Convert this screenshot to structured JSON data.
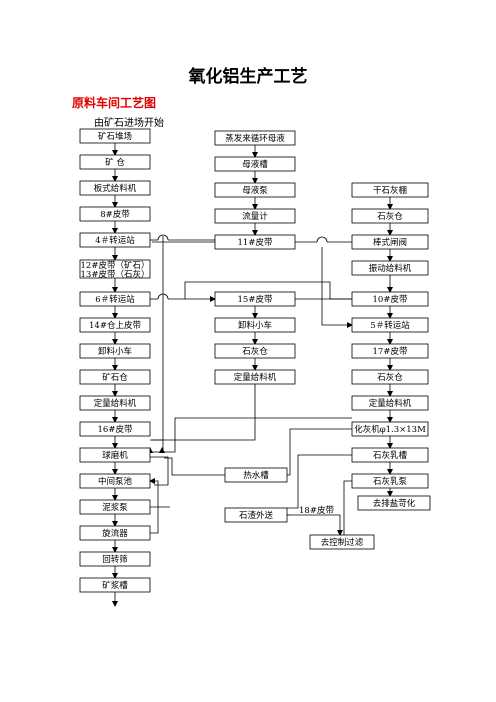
{
  "title": "氧化铝生产工艺",
  "subtitle": "原料车间工艺图",
  "start_note": "由矿石进场开始",
  "columns": {
    "ore": [
      "矿石堆场",
      "矿    仓",
      "板式给料机",
      "8#皮带",
      "4＃转运站",
      "12#皮带（矿石）",
      "13#皮带（石灰）",
      "6＃转运站",
      "14#仓上皮带",
      "卸料小车",
      "矿石仓",
      "定量给料机",
      "16#皮带",
      "球磨机",
      "中间泵池",
      "泥浆泵",
      "旋流器",
      "回转筛",
      "矿浆槽"
    ],
    "liquor": [
      "蒸发来循环母液",
      "母液槽",
      "母液泵",
      "流量计",
      "11#皮带"
    ],
    "lime_a": [
      "15#皮带",
      "卸料小车",
      "石灰仓",
      "定量给料机"
    ],
    "lime_b": [
      "干石灰棚",
      "石灰仓",
      "棒式闸阀",
      "振动给料机",
      "10#皮带",
      "5＃转运站",
      "17#皮带",
      "石灰仓",
      "定量给料机",
      "化灰机φ1.3×13M",
      "石灰乳槽",
      "石灰乳泵",
      "去排盐苛化"
    ],
    "other": [
      "热水槽",
      "石渣外送",
      "18#皮带",
      "去控制过滤"
    ]
  }
}
